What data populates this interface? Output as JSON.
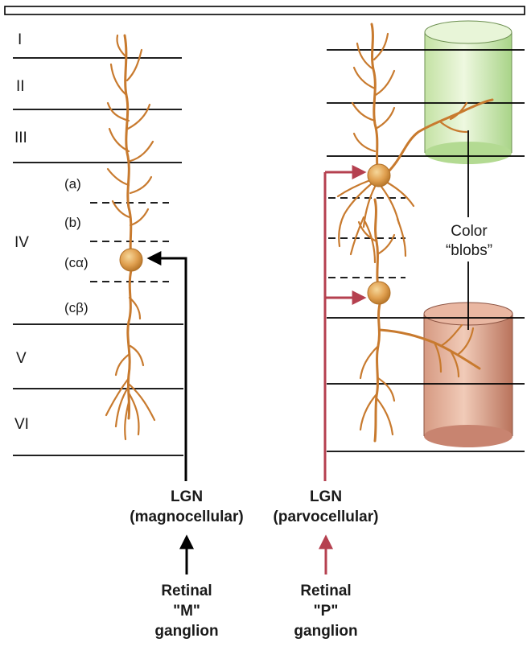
{
  "layers": {
    "roman": [
      "I",
      "II",
      "III",
      "IV",
      "V",
      "VI"
    ],
    "sublayers": [
      "(a)",
      "(b)",
      "(cα)",
      "(cβ)"
    ]
  },
  "blobs": {
    "label_line1": "Color",
    "label_line2": "“blobs”",
    "top_color": "#cfe8b4",
    "bottom_color": "#d99a85"
  },
  "pathways": {
    "magno": {
      "lgn_line1": "LGN",
      "lgn_line2": "(magnocellular)",
      "retina_line1": "Retinal",
      "retina_line2": "\"M\"",
      "retina_line3": "ganglion",
      "color": "#000000"
    },
    "parvo": {
      "lgn_line1": "LGN",
      "lgn_line2": "(parvocellular)",
      "retina_line1": "Retinal",
      "retina_line2": "\"P\"",
      "retina_line3": "ganglion",
      "color": "#b5404f"
    }
  },
  "colors": {
    "neuron": "#c87a2e",
    "soma": "#e0a050"
  }
}
